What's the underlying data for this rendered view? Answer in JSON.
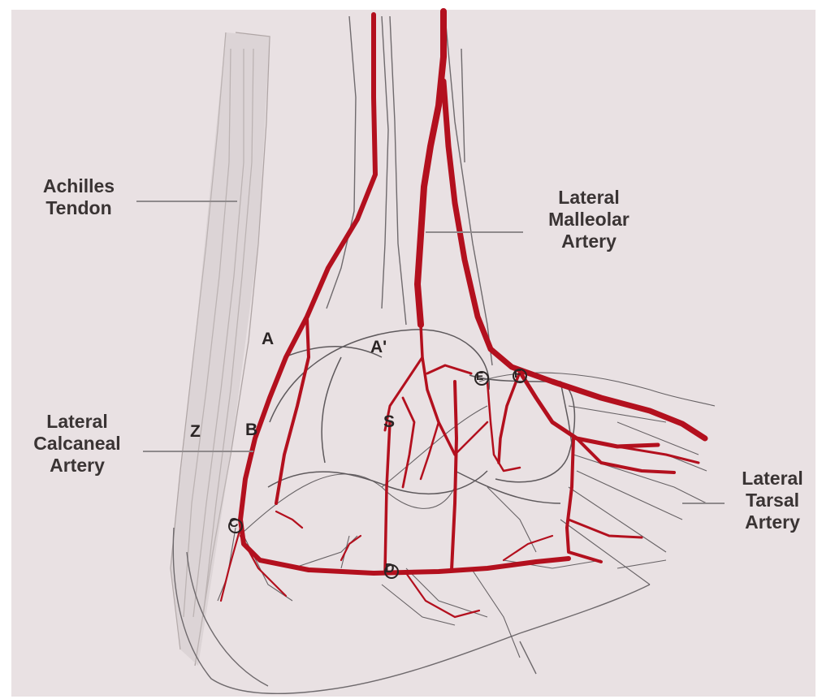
{
  "labels": {
    "achilles": [
      "Achilles",
      "Tendon"
    ],
    "lateral_malleolar": [
      "Lateral",
      "Malleolar",
      "Artery"
    ],
    "lateral_calcaneal": [
      "Lateral",
      "Calcaneal",
      "Artery"
    ],
    "lateral_tarsal": [
      "Lateral",
      "Tarsal",
      "Artery"
    ]
  },
  "markers": {
    "a": "A",
    "a_prime": "A'",
    "z": "Z",
    "b": "B",
    "c": "C",
    "d": "D",
    "e": "E",
    "f": "F",
    "s": "S"
  },
  "colors": {
    "background": "#e9e1e3",
    "artery": "#b3101e",
    "outline": "#6f6a6d",
    "tendon": "#c9c1c1",
    "label": "#3a3434"
  }
}
